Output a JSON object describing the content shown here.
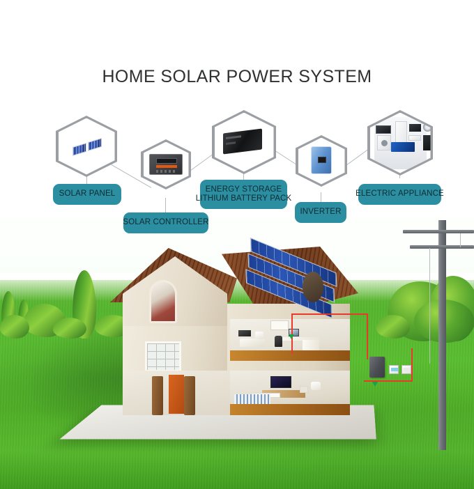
{
  "title": "HOME SOLAR POWER SYSTEM",
  "theme": {
    "label_bg": "#2b8fa1",
    "label_text": "#0d2b33",
    "hex_border": "#9b9fa3",
    "connector": "#b6babd",
    "title_color": "#2f3031",
    "grass": "#55b52e",
    "conduit_red": "#e8392a",
    "arrow_green": "#16a34a",
    "roof_brown": "#6e3516",
    "pv_blue": "#1b3f94",
    "pole_gray": "#6f7478"
  },
  "diagram": {
    "nodes": [
      {
        "id": "solar-panel",
        "label": "SOLAR PANEL",
        "label2": "",
        "icon": "solar-panel-icon"
      },
      {
        "id": "solar-controller",
        "label": "SOLAR CONTROLLER",
        "label2": "",
        "icon": "solar-controller-icon"
      },
      {
        "id": "energy-storage",
        "label": "ENERGY STORAGE",
        "label2": "LITHIUM BATTERY PACK",
        "icon": "battery-pack-icon"
      },
      {
        "id": "inverter",
        "label": "INVERTER",
        "label2": "",
        "icon": "inverter-icon"
      },
      {
        "id": "electric-appliance",
        "label": "ELECTRIC APPLIANCE",
        "label2": "",
        "icon": "appliances-icon"
      }
    ]
  },
  "scene": {
    "house": "cutaway-house-illustration",
    "roof_array": "rooftop-solar-panel-array",
    "rooms": [
      {
        "name": "home-office",
        "items": [
          "desk",
          "monitor",
          "office-chair",
          "wall-shelf",
          "sofa",
          "table-lamp",
          "printer"
        ]
      },
      {
        "name": "living-room",
        "items": [
          "television",
          "sofa",
          "coffee-table",
          "floor-lamp",
          "framed-picture",
          "tv-console"
        ]
      },
      {
        "name": "porch",
        "items": [
          "column",
          "column",
          "front-door"
        ]
      }
    ],
    "equipment_wall": [
      "wall-inverter",
      "electric-meter",
      "distribution-box"
    ],
    "utility_pole": "power-line-pole",
    "vegetation": [
      "cypress-tree",
      "shrub",
      "broadleaf-tree"
    ]
  }
}
